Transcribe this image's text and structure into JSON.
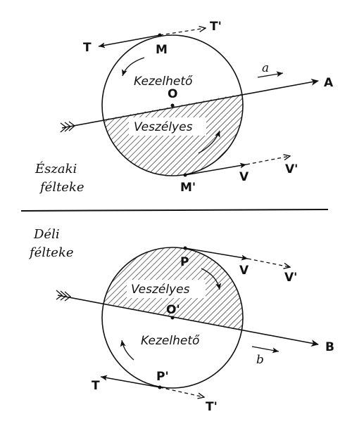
{
  "north": {
    "hemisphere_label_line1": "Északi",
    "hemisphere_label_line2": "félteke",
    "safe_zone": "Kezelhető",
    "danger_zone": "Veszélyes",
    "center": "O",
    "point_top": "M",
    "point_bottom": "M'",
    "vec_left": "T",
    "vec_right": "T'",
    "vec_v": "V",
    "vec_v2": "V'",
    "motion_vector": "a",
    "direction_end": "A"
  },
  "south": {
    "hemisphere_label_line1": "Déli",
    "hemisphere_label_line2": "félteke",
    "safe_zone": "Kezelhető",
    "danger_zone": "Veszélyes",
    "center": "O'",
    "point_top": "P",
    "point_bottom": "P'",
    "vec_left": "T",
    "vec_right": "T'",
    "vec_v": "V",
    "vec_v2": "V'",
    "motion_vector": "b",
    "direction_end": "B"
  }
}
